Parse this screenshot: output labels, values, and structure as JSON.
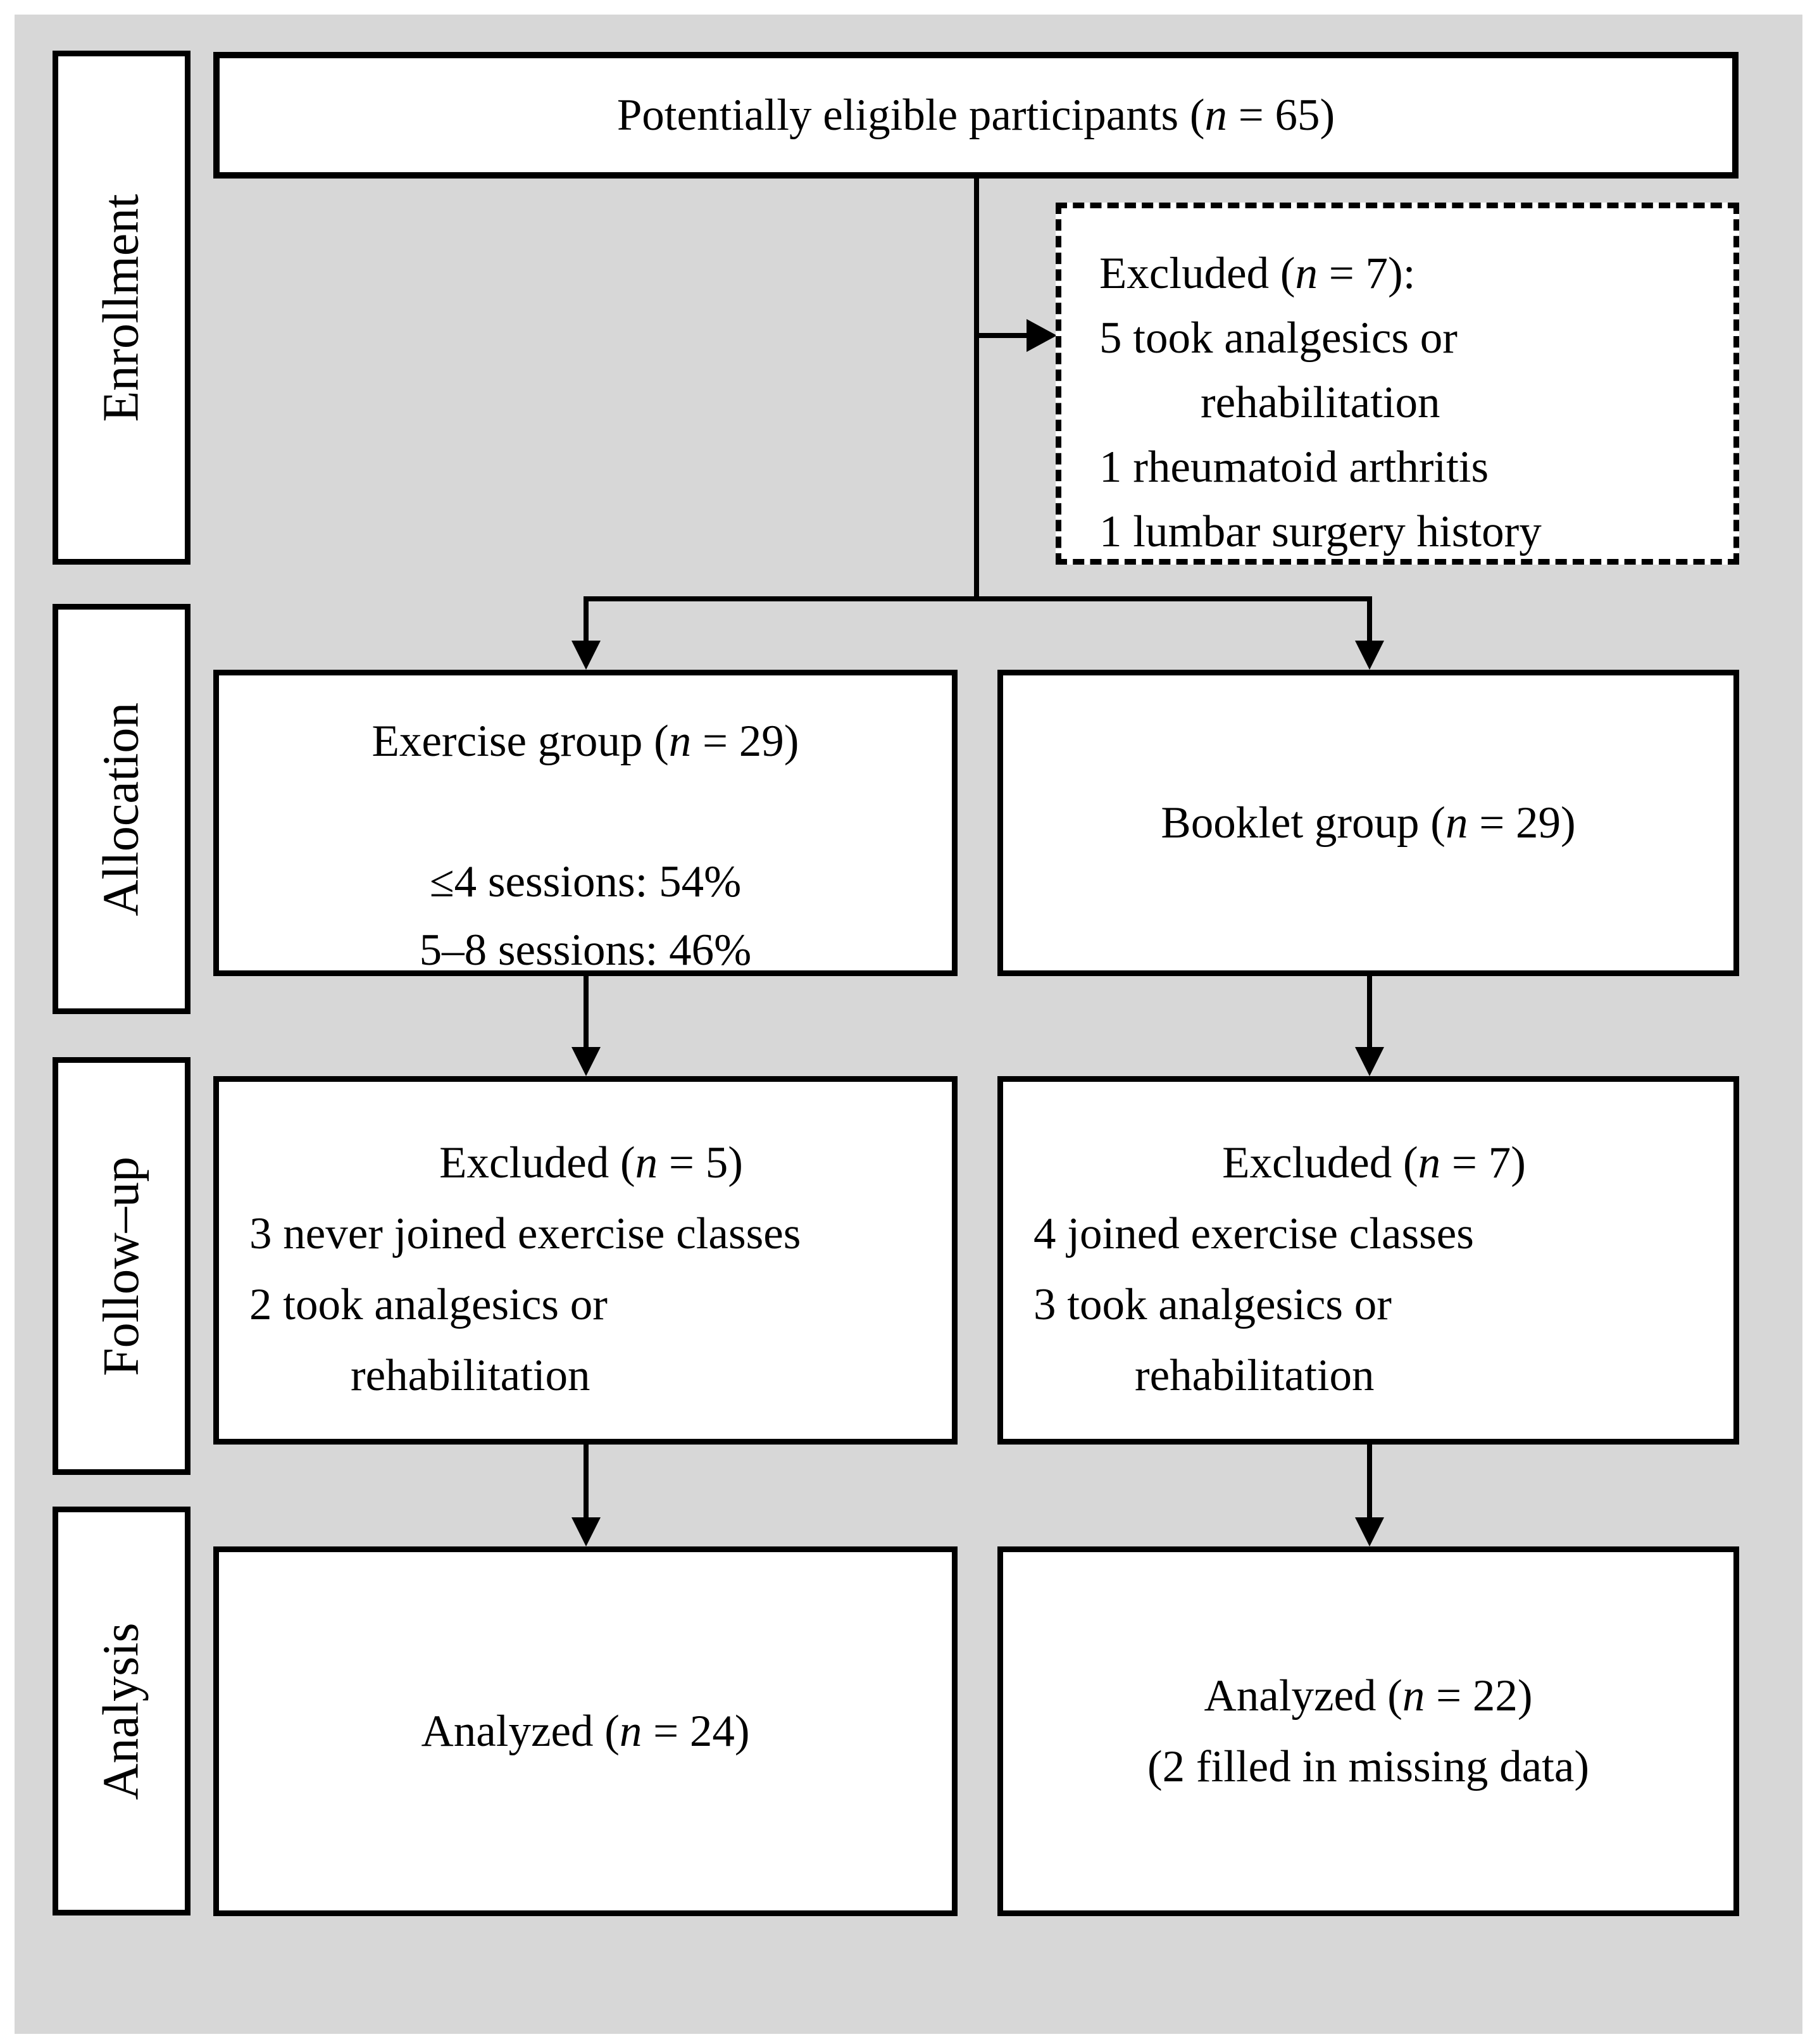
{
  "colors": {
    "page_background": "#ffffff",
    "panel_background": "#d7d7d7",
    "box_fill": "#ffffff",
    "box_border": "#000000",
    "text": "#000000"
  },
  "stages": [
    "Enrollment",
    "Allocation",
    "Follow–up",
    "Analysis"
  ],
  "boxes": {
    "eligible": {
      "text": "Potentially eligible participants (n = 65)"
    },
    "excluded_enrollment": {
      "lines": [
        "Excluded (n = 7):",
        "5 took analgesics or",
        "rehabilitation",
        "1 rheumatoid arthritis",
        "1 lumbar surgery history"
      ]
    },
    "exercise_group": {
      "title": "Exercise group (n = 29)",
      "details": [
        "≤4 sessions: 54%",
        "5–8 sessions: 46%"
      ]
    },
    "booklet_group": {
      "title": "Booklet group (n = 29)"
    },
    "excluded_exercise": {
      "title": "Excluded (n = 5)",
      "details": [
        "3 never joined exercise classes",
        "2 took analgesics or",
        "rehabilitation"
      ]
    },
    "excluded_booklet": {
      "title": "Excluded (n = 7)",
      "details": [
        "4 joined exercise classes",
        "3 took analgesics or",
        "rehabilitation"
      ]
    },
    "analyzed_exercise": {
      "title": "Analyzed (n = 24)"
    },
    "analyzed_booklet": {
      "title": "Analyzed (n = 22)",
      "subtitle": "(2 filled in missing data)"
    }
  }
}
